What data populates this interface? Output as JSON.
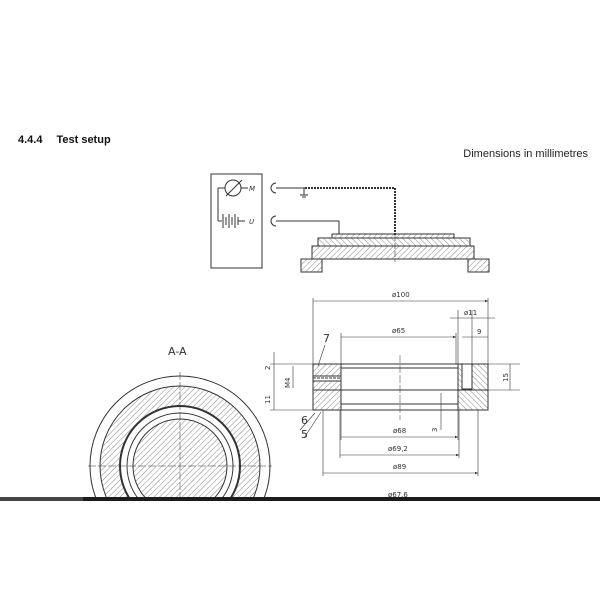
{
  "section": {
    "number": "4.4.4",
    "title": "Test setup"
  },
  "note": "Dimensions in millimetres",
  "schematic": {
    "meter_label": "M",
    "source_label": "U"
  },
  "section_view": {
    "label": "A-A"
  },
  "dimensions": {
    "d100": "ø100",
    "d65": "ø65",
    "d11": "ø11",
    "w9": "9",
    "h2": "2",
    "m4": "M4",
    "h11": "11",
    "h15": "15",
    "h3": "3",
    "d68": "ø68",
    "d69_2": "ø69,2",
    "d89": "ø89",
    "d67_6": "ø67,6"
  },
  "callouts": [
    "7",
    "6",
    "5"
  ]
}
